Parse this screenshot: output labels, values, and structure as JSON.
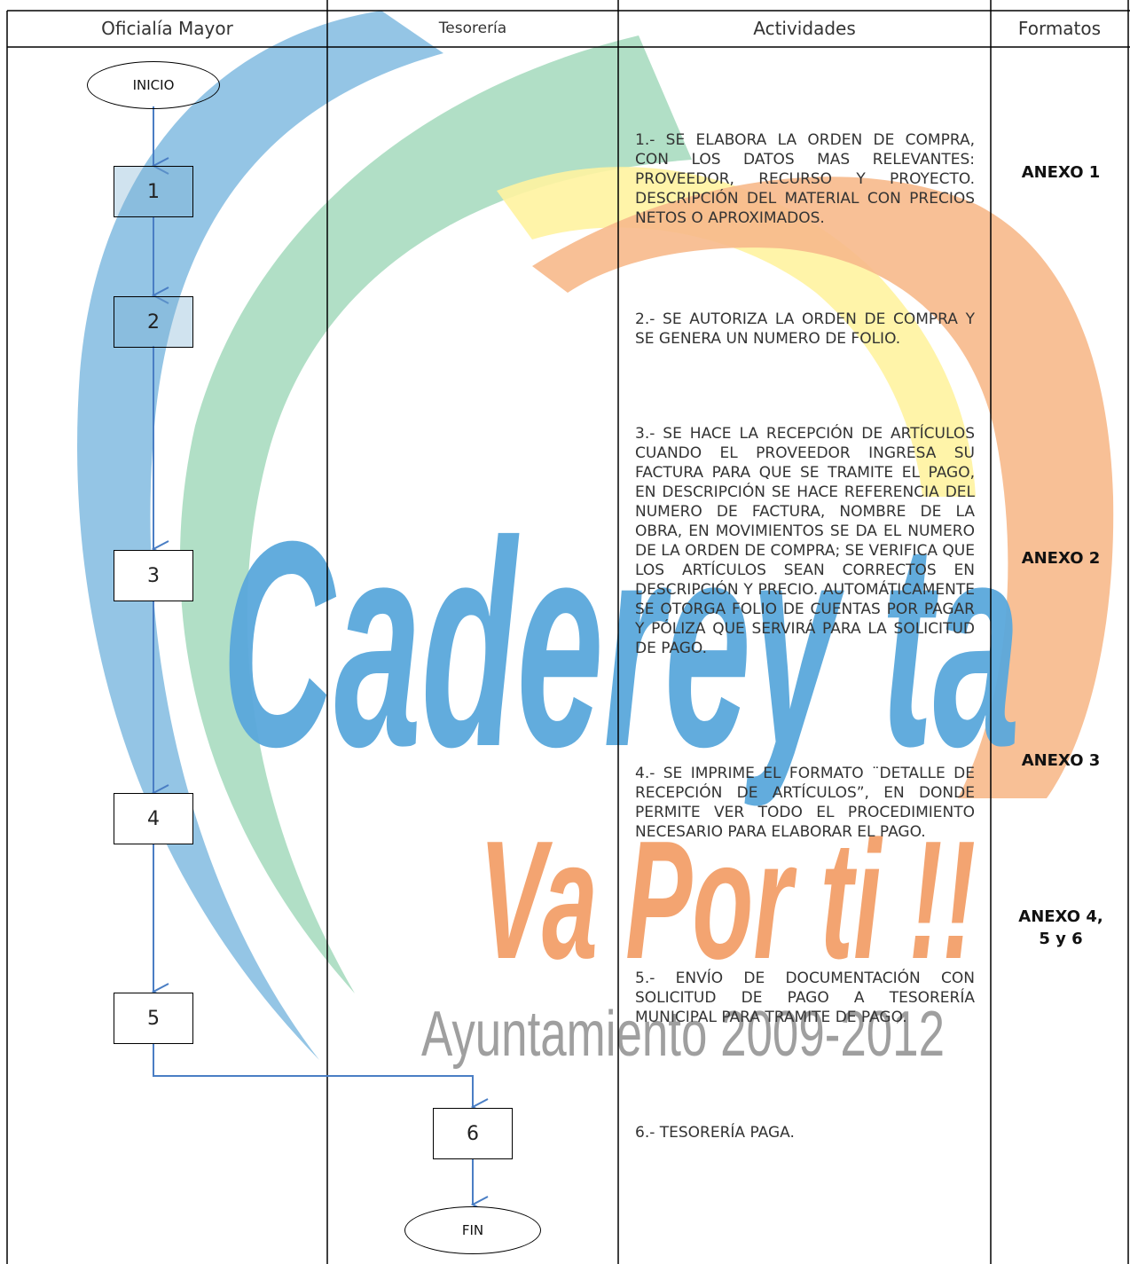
{
  "watermark": {
    "brand": "Caderey ta",
    "slogan": "Va Por ti !!",
    "period": "Ayuntamiento 2009-2012",
    "colors": {
      "blue": "#8ec2e4",
      "green": "#a8dcc0",
      "yellow": "#fff3a0",
      "orange": "#f7b98b"
    }
  },
  "headers": {
    "col1": "Oficialía Mayor",
    "col2": "Tesorería",
    "col3": "Actividades",
    "col4": "Formatos"
  },
  "nodes": {
    "start": "INICIO",
    "n1": "1",
    "n2": "2",
    "n3": "3",
    "n4": "4",
    "n5": "5",
    "n6": "6",
    "end": "FIN"
  },
  "activities": {
    "a1": "1.- SE ELABORA LA ORDEN DE COMPRA, CON LOS DATOS MAS RELEVANTES: PROVEEDOR, RECURSO Y PROYECTO. DESCRIPCIÓN DEL MATERIAL CON PRECIOS NETOS O APROXIMADOS.",
    "a2": "2.- SE AUTORIZA LA ORDEN DE COMPRA Y SE GENERA UN NUMERO DE FOLIO.",
    "a3": "3.- SE HACE LA RECEPCIÓN DE ARTÍCULOS CUANDO EL PROVEEDOR INGRESA SU FACTURA PARA QUE SE TRAMITE EL PAGO, EN DESCRIPCIÓN SE HACE REFERENCIA DEL NUMERO DE FACTURA, NOMBRE DE LA OBRA, EN MOVIMIENTOS SE DA EL NUMERO DE LA ORDEN DE COMPRA; SE VERIFICA QUE LOS ARTÍCULOS SEAN CORRECTOS EN DESCRIPCIÓN Y PRECIO. AUTOMÁTICAMENTE SE OTORGA FOLIO DE CUENTAS POR PAGAR Y PÓLIZA QUE SERVIRÁ PARA LA SOLICITUD DE PAGO.",
    "a4": "4.- SE IMPRIME EL FORMATO ¨DETALLE DE RECEPCIÓN DE ARTÍCULOS”, EN DONDE PERMITE VER TODO EL PROCEDIMIENTO NECESARIO PARA ELABORAR EL PAGO.",
    "a5": "5.- ENVÍO DE DOCUMENTACIÓN CON SOLICITUD DE PAGO A TESORERÍA MUNICIPAL PARA TRAMITE DE PAGO.",
    "a6": "6.- TESORERÍA PAGA."
  },
  "formatos": {
    "f1": "ANEXO 1",
    "f2": "ANEXO 2",
    "f3": "ANEXO 3",
    "f4_line1": "ANEXO 4,",
    "f4_line2": "5 y 6"
  },
  "colors": {
    "arrow": "#4a7ec4",
    "box_fill": "#78afd2",
    "border": "#000000"
  }
}
